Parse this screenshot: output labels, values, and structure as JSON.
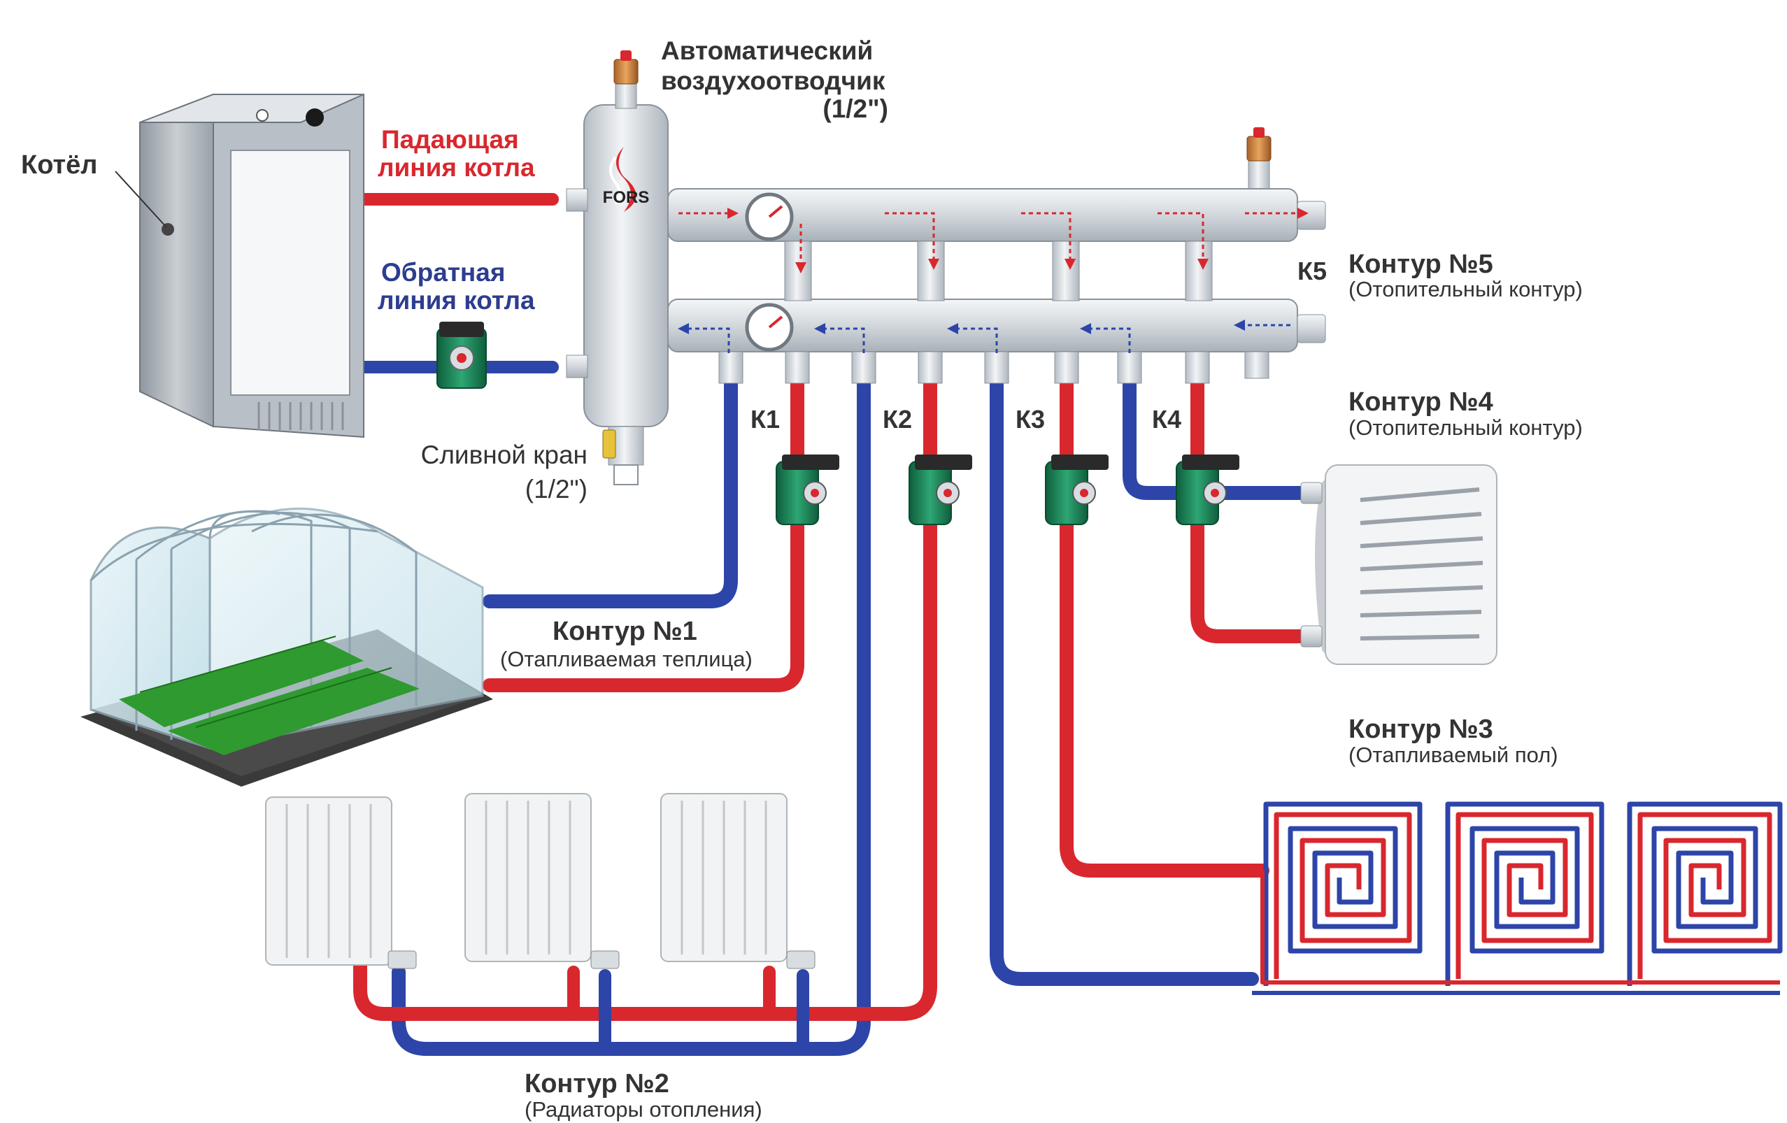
{
  "labels": {
    "boiler": "Котёл",
    "supply_line": [
      "Падающая",
      "линия котла"
    ],
    "return_line": [
      "Обратная",
      "линия котла"
    ],
    "air_vent": [
      "Автоматический",
      "воздухоотводчик",
      "(1/2\")"
    ],
    "drain_valve": [
      "Сливной кран",
      "(1/2\")"
    ],
    "brand": "FORS",
    "k1": "К1",
    "k2": "К2",
    "k3": "К3",
    "k4": "К4",
    "k5": "К5"
  },
  "circuits": [
    {
      "title": "Контур №1",
      "subtitle": "(Отапливаемая теплица)"
    },
    {
      "title": "Контур №2",
      "subtitle": "(Радиаторы отопления)"
    },
    {
      "title": "Контур №3",
      "subtitle": "(Отапливаемый пол)"
    },
    {
      "title": "Контур №4",
      "subtitle": "(Отопительный контур)"
    },
    {
      "title": "Контур №5",
      "subtitle": "(Отопительный контур)"
    }
  ],
  "colors": {
    "supply": "#d9272e",
    "return": "#2d45a8",
    "pump": "#1e8a5a",
    "pipe_metal": "#d8dde2"
  }
}
